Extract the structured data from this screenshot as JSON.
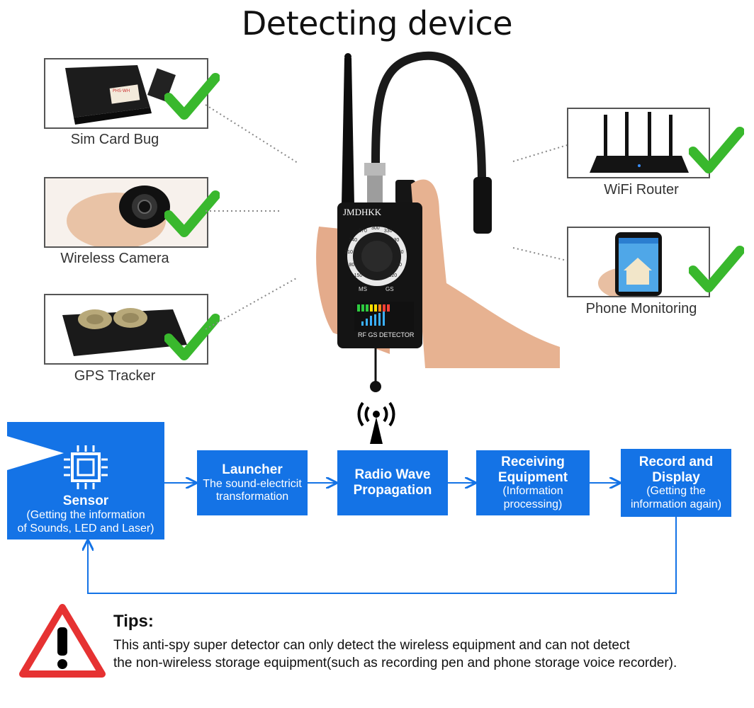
{
  "title": "Detecting device",
  "detects_left": [
    {
      "label": "Sim Card Bug",
      "icon": "sim-card-bug-image"
    },
    {
      "label": "Wireless Camera",
      "icon": "wireless-camera-image"
    },
    {
      "label": "GPS Tracker",
      "icon": "gps-tracker-image"
    }
  ],
  "detects_right": [
    {
      "label": "WiFi Router",
      "icon": "wifi-router-image"
    },
    {
      "label": "Phone Monitoring",
      "icon": "phone-monitoring-image"
    }
  ],
  "device": {
    "brand": "JMDHKK",
    "panel_label": "RF GS DETECTOR",
    "dial_ms": "MS",
    "dial_gs": "GS",
    "dial_numbers": [
      "150",
      "180",
      "210",
      "240",
      "270",
      "300",
      "330",
      "30",
      "60",
      "90",
      "120"
    ]
  },
  "flow": {
    "sensor": {
      "title": "Sensor",
      "sub": "(Getting the information\nof Sounds, LED and Laser)"
    },
    "launcher": {
      "title": "Launcher",
      "sub": "The sound-electricit\ntransformation"
    },
    "radio": {
      "title": "Radio Wave\nPropagation"
    },
    "receiving": {
      "title": "Receiving\nEquipment",
      "sub": "(Information\nprocessing)"
    },
    "record": {
      "title": "Record and\nDisplay",
      "sub": "(Getting the\ninformation again)"
    }
  },
  "tips": {
    "heading": "Tips:",
    "line1": "This anti-spy super detector can only detect the wireless equipment and can not detect",
    "line2": "the non-wireless storage equipment(such as recording pen and phone storage voice recorder)."
  },
  "colors": {
    "flow_blue": "#1473e6",
    "check_green": "#39b82d",
    "warning_red": "#e63232"
  }
}
